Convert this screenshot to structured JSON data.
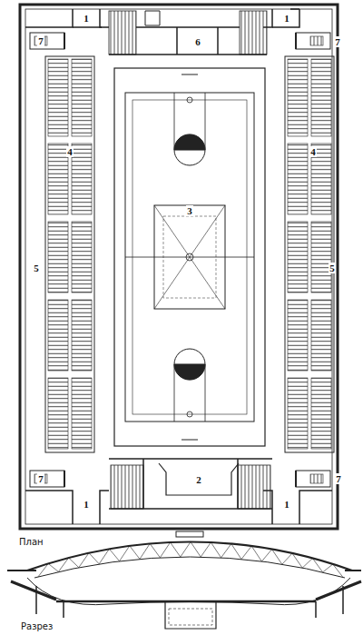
{
  "diagram": {
    "labels": [
      "1",
      "6",
      "1",
      "7",
      "7",
      "4",
      "4",
      "5",
      "3",
      "5",
      "7",
      "1",
      "2",
      "1",
      "7",
      "План",
      "Разрез"
    ]
  }
}
